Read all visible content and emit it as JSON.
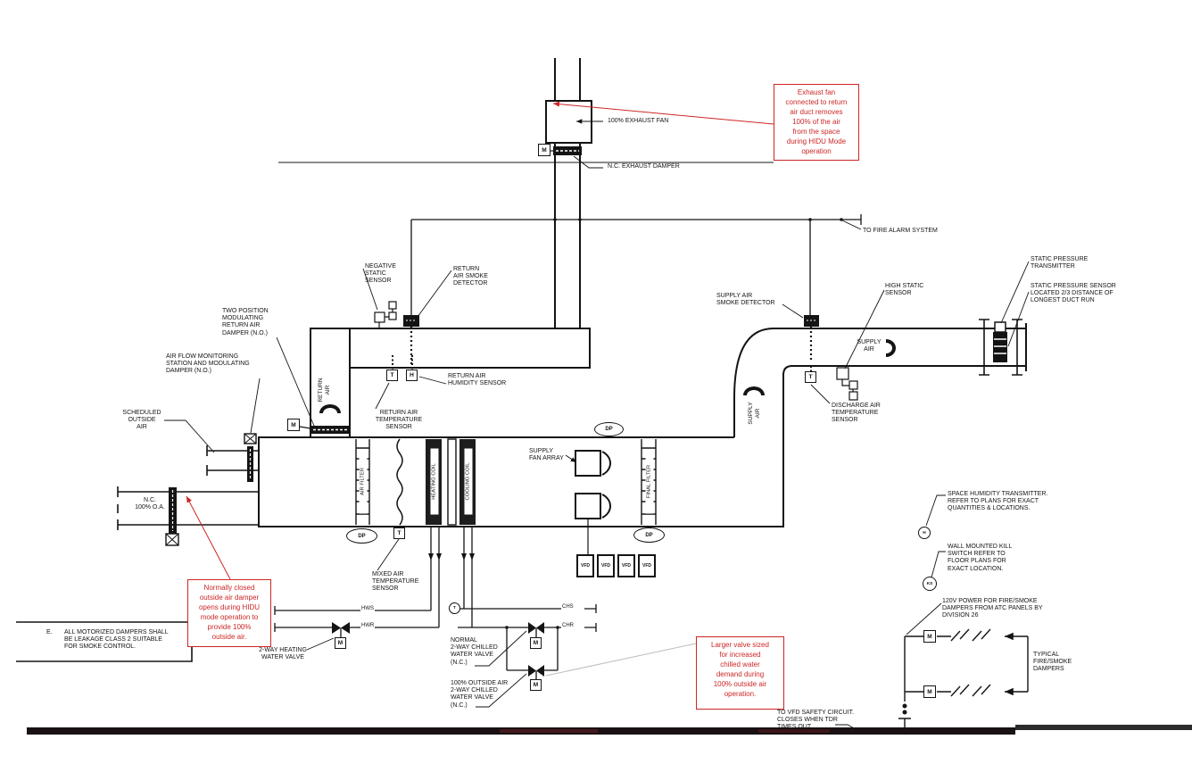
{
  "colors": {
    "line": "#141414",
    "annotation": "#cd2726",
    "bar": "#191114"
  },
  "labels": {
    "exhaust_fan": "100% EXHAUST FAN",
    "nc_exhaust_damper": "N.C. EXHAUST DAMPER",
    "fire_alarm": "TO FIRE ALARM SYSTEM",
    "negative_static": "NEGATIVE\nSTATIC\nSENSOR",
    "return_smoke": "RETURN\nAIR SMOKE\nDETECTOR",
    "two_position_damper": "TWO POSITION\nMODULATING\nRETURN AIR\nDAMPER (N.O.)",
    "air_flow_station": "AIR FLOW MONITORING\nSTATION AND MODULATING\nDAMPER (N.O.)",
    "scheduled_oa": "SCHEDULED\nOUTSIDE\nAIR",
    "return_humidity": "RETURN AIR\nHUMIDITY SENSOR",
    "return_temp": "RETURN AIR\nTEMPERATURE\nSENSOR",
    "nc_100_oa": "N.C.\n100% O.A.",
    "mixed_air_temp": "MIXED AIR\nTEMPERATURE\nSENSOR",
    "supply_fan_array": "SUPPLY\nFAN ARRAY",
    "supply_smoke": "SUPPLY AIR\nSMOKE DETECTOR",
    "high_static": "HIGH STATIC\nSENSOR",
    "supply_air_h": "SUPPLY\nAIR",
    "discharge_temp": "DISCHARGE AIR\nTEMPERATURE\nSENSOR",
    "static_transmitter": "STATIC PRESSURE\nTRANSMITTER",
    "static_sensor": "STATIC PRESSURE SENSOR\nLOCATED 2/3 DISTANCE OF\nLONGEST DUCT RUN",
    "space_humidity": "SPACE HUMIDITY TRANSMITTER.\nREFER TO PLANS FOR EXACT\nQUANTITIES & LOCATIONS.",
    "kill_switch": "WALL MOUNTED KILL\nSWITCH REFER TO\nFLOOR PLANS FOR\nEXACT LOCATION.",
    "power_120v": "120V POWER FOR FIRE/SMOKE\nDAMPERS FROM ATC PANELS BY\nDIVISION 26",
    "typical_dampers": "TYPICAL\nFIRE/SMOKE\nDAMPERS",
    "to_vfd": "TO VFD SAFETY CIRCUIT.\nCLOSES WHEN TDR\nTIMES OUT.",
    "heating_valve": "2-WAY HEATING\nWATER VALVE",
    "normal_chw_valve": "NORMAL\n2-WAY CHILLED\nWATER VALVE\n(N.C.)",
    "oa_chw_valve": "100% OUTSIDE AIR\n2-WAY CHILLED\nWATER VALVE\n(N.C.)"
  },
  "vertical_labels": {
    "return_air": "RETURN\nAIR",
    "supply_air": "SUPPLY\nAIR",
    "air_filter": "AIR FILTER",
    "heating_coil": "HEATING COIL",
    "cooling_coil": "COOLING COIL",
    "final_filter": "FINAL FILTER"
  },
  "pipe_tags": {
    "hws": "HWS",
    "hwr": "HWR",
    "chs": "CHS",
    "chr": "CHR"
  },
  "symbols": {
    "motor": "M",
    "temperature": "T",
    "humidity": "H",
    "vfd": "VFD",
    "differential_pressure": "DP",
    "kill_switch": "KS"
  },
  "annotations": {
    "exhaust_fan_note": "Exhaust fan\nconnected to return\nair duct removes\n100% of the air\nfrom the space\nduring HIDU Mode\noperation",
    "oa_damper_note": "Normally closed\noutside air damper\nopens during HIDU\nmode operation to\nprovide 100%\noutside air.",
    "chw_valve_note": "Larger valve sized\nfor increased\nchilled water\ndemand during\n100% outside air\noperation."
  },
  "note": {
    "letter": "E.",
    "text": "ALL MOTORIZED DAMPERS SHALL\nBE LEAKAGE CLASS 2 SUITABLE\nFOR SMOKE CONTROL."
  }
}
